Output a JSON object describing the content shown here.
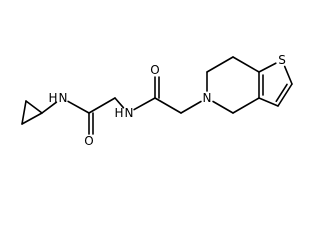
{
  "molecule": {
    "atoms": [
      {
        "id": "a1",
        "element": "C",
        "label": ""
      },
      {
        "id": "a2",
        "element": "C",
        "label": ""
      },
      {
        "id": "a3",
        "element": "C",
        "label": ""
      },
      {
        "id": "n1",
        "element": "N",
        "label": "N",
        "hydrogen_label": "H"
      },
      {
        "id": "c1",
        "element": "C",
        "label": ""
      },
      {
        "id": "o1",
        "element": "O",
        "label": "O"
      },
      {
        "id": "c2",
        "element": "C",
        "label": ""
      },
      {
        "id": "n2",
        "element": "N",
        "label": "N",
        "hydrogen_label": "H"
      },
      {
        "id": "c3",
        "element": "C",
        "label": ""
      },
      {
        "id": "o2",
        "element": "O",
        "label": "O"
      },
      {
        "id": "c4",
        "element": "C",
        "label": ""
      },
      {
        "id": "n3",
        "element": "N",
        "label": "N"
      },
      {
        "id": "c5",
        "element": "C",
        "label": ""
      },
      {
        "id": "c6",
        "element": "C",
        "label": ""
      },
      {
        "id": "c7",
        "element": "C",
        "label": ""
      },
      {
        "id": "c8",
        "element": "C",
        "label": ""
      },
      {
        "id": "s1",
        "element": "S",
        "label": "S"
      },
      {
        "id": "c9",
        "element": "C",
        "label": ""
      },
      {
        "id": "c10",
        "element": "C",
        "label": ""
      },
      {
        "id": "c11",
        "element": "C",
        "label": ""
      }
    ],
    "bonds": [
      {
        "from": "a1",
        "to": "a2",
        "order": 1
      },
      {
        "from": "a2",
        "to": "a3",
        "order": 1
      },
      {
        "from": "a3",
        "to": "a1",
        "order": 1
      },
      {
        "from": "a1",
        "to": "n1",
        "order": 1
      },
      {
        "from": "n1",
        "to": "c1",
        "order": 1
      },
      {
        "from": "c1",
        "to": "o1",
        "order": 2
      },
      {
        "from": "c1",
        "to": "c2",
        "order": 1
      },
      {
        "from": "c2",
        "to": "n2",
        "order": 1
      },
      {
        "from": "n2",
        "to": "c3",
        "order": 1
      },
      {
        "from": "c3",
        "to": "o2",
        "order": 2
      },
      {
        "from": "c3",
        "to": "c4",
        "order": 1
      },
      {
        "from": "c4",
        "to": "n3",
        "order": 1
      },
      {
        "from": "n3",
        "to": "c5",
        "order": 1
      },
      {
        "from": "c5",
        "to": "c6",
        "order": 1
      },
      {
        "from": "c6",
        "to": "c7",
        "order": 1
      },
      {
        "from": "c7",
        "to": "s1",
        "order": 1
      },
      {
        "from": "s1",
        "to": "c9",
        "order": 1
      },
      {
        "from": "c9",
        "to": "c10",
        "order": 2
      },
      {
        "from": "c10",
        "to": "c8",
        "order": 1
      },
      {
        "from": "c8",
        "to": "c7",
        "order": 2
      },
      {
        "from": "c8",
        "to": "c11",
        "order": 1
      },
      {
        "from": "c11",
        "to": "n3",
        "order": 1
      }
    ]
  }
}
